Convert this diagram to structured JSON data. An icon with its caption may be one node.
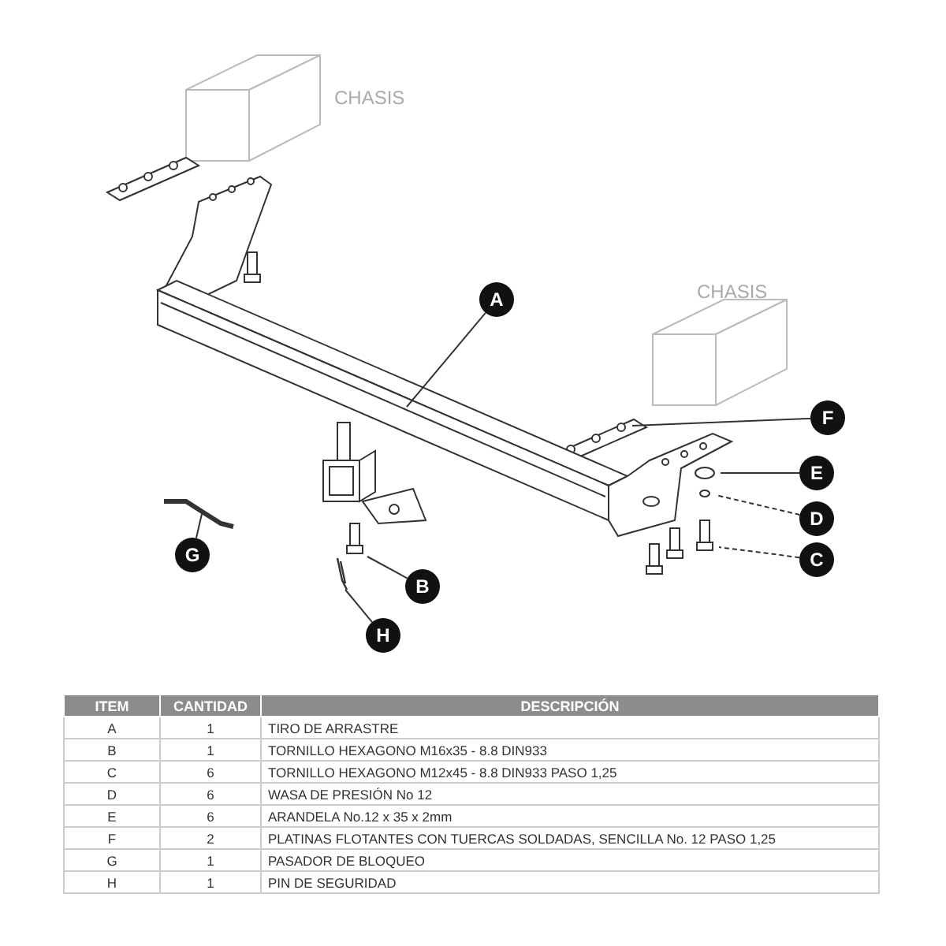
{
  "diagram": {
    "nodes": [
      {
        "text": [
          "A"
        ]
      },
      {
        "text": [
          "F"
        ]
      },
      {
        "text": [
          "E"
        ]
      },
      {
        "text": [
          "D"
        ]
      },
      {
        "text": [
          "C"
        ]
      },
      {
        "text": [
          "G"
        ]
      },
      {
        "text": [
          "B"
        ]
      },
      {
        "text": [
          "H"
        ]
      }
    ],
    "edges": [
      {
        "from": 0,
        "to": null,
        "arrow": "none"
      },
      {
        "from": 1,
        "to": null,
        "arrow": "none"
      },
      {
        "from": 2,
        "to": null,
        "arrow": "none"
      },
      {
        "from": 3,
        "to": null,
        "arrow": "none",
        "style": "dashed"
      },
      {
        "from": 4,
        "to": null,
        "arrow": "none",
        "style": "dashed"
      },
      {
        "from": 5,
        "to": null,
        "arrow": "none"
      },
      {
        "from": 6,
        "to": null,
        "arrow": "none"
      },
      {
        "from": 7,
        "to": null,
        "arrow": "none"
      }
    ],
    "labels": [
      "CHASIS",
      "CHASIS",
      "ITEM",
      "CANTIDAD",
      "DESCRIPCIÓN",
      "A",
      "1",
      "TIRO DE ARRASTRE",
      "B",
      "1",
      "TORNILLO  HEXAGONO M16x35 - 8.8 DIN933",
      "C",
      "6",
      "TORNILLO  HEXAGONO M12x45 - 8.8 DIN933 PASO 1,25",
      "D",
      "6",
      "WASA DE PRESIÓN No 12",
      "E",
      "6",
      "ARANDELA No.12 x 35 x 2mm",
      "F",
      "2",
      "PLATINAS FLOTANTES CON TUERCAS SOLDADAS, SENCILLA No. 12 PASO 1,25",
      "G",
      "1",
      "PASADOR DE BLOQUEO",
      "H",
      "1",
      "PIN DE SEGURIDAD"
    ]
  }
}
